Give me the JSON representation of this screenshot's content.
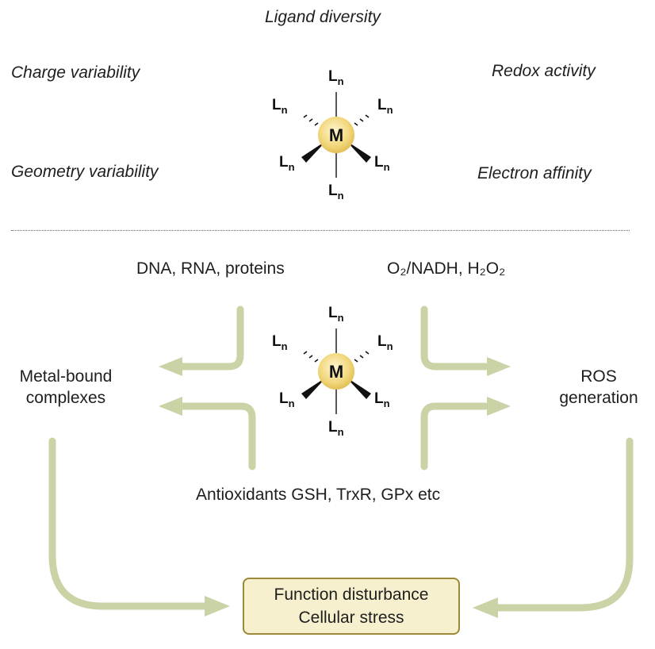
{
  "properties": {
    "top": "Ligand diversity",
    "left_upper": "Charge variability",
    "right_upper": "Redox activity",
    "left_lower": "Geometry variability",
    "right_lower": "Electron affinity"
  },
  "complex": {
    "metal": "M",
    "ligand": "L",
    "ligand_subscript": "n"
  },
  "mechanism": {
    "inputs_left": "DNA, RNA, proteins",
    "inputs_right": "O₂/NADH, H₂O₂",
    "inputs_bottom": "Antioxidants GSH, TrxR, GPx etc",
    "left_node_line1": "Metal-bound",
    "left_node_line2": "complexes",
    "right_node_line1": "ROS",
    "right_node_line2": "generation"
  },
  "outcome": {
    "line1": "Function disturbance",
    "line2": "Cellular stress"
  },
  "colors": {
    "arrow": "#c9d3a6",
    "metal_sphere": "#f1d67a",
    "outcome_fill": "#f6f0cf",
    "outcome_border": "#9b8a3a"
  }
}
